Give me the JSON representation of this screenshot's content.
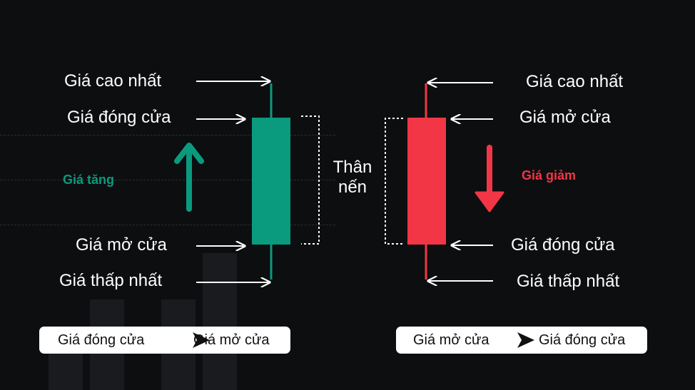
{
  "colors": {
    "background": "#0d0e10",
    "bullish": "#0a9a7e",
    "bearish": "#f23645",
    "text": "#ffffff"
  },
  "left_candle": {
    "high_label": "Giá cao nhất",
    "close_label": "Giá đóng cửa",
    "trend_label": "Giá tăng",
    "open_label": "Giá mở cửa",
    "low_label": "Giá thấp nhất"
  },
  "body_label": {
    "line1": "Thân",
    "line2": "nến"
  },
  "right_candle": {
    "high_label": "Giá cao nhất",
    "open_label": "Giá mở cửa",
    "trend_label": "Giá giảm",
    "close_label": "Giá đóng cửa",
    "low_label": "Giá thấp nhất"
  },
  "left_summary": {
    "left": "Giá đóng cửa",
    "right": "Giá mở cửa",
    "icon": "greater-than-icon"
  },
  "right_summary": {
    "left": "Giá mở cửa",
    "right": "Giá đóng cửa",
    "icon": "greater-than-icon"
  }
}
